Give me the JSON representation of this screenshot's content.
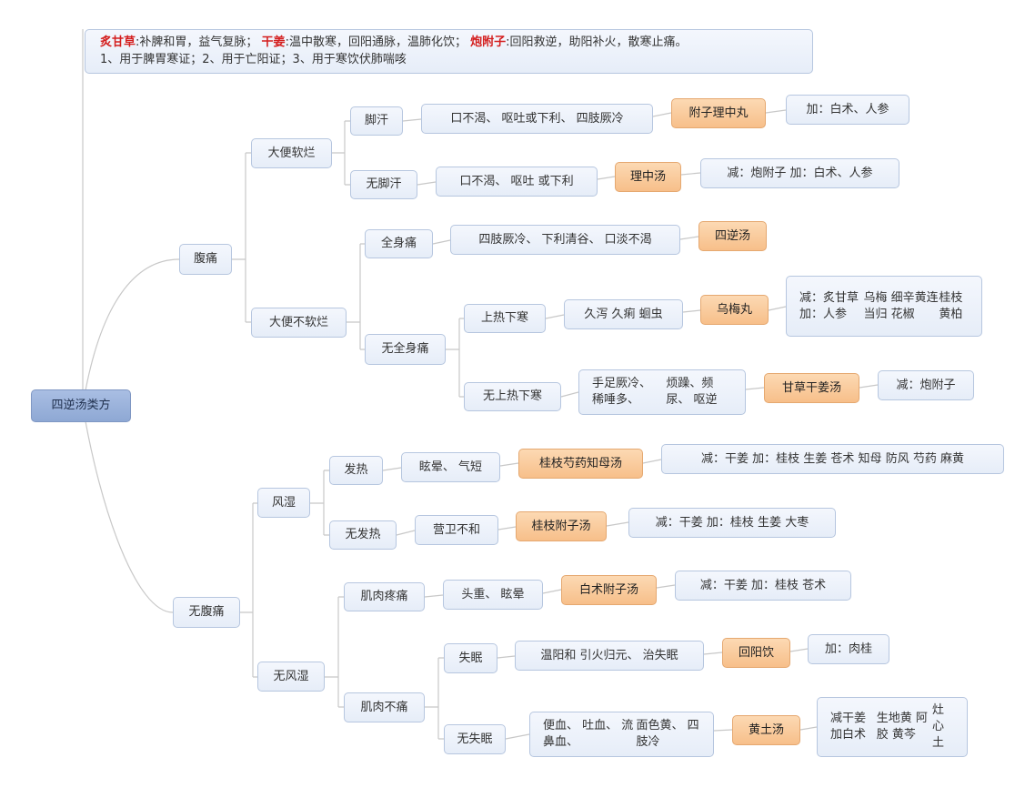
{
  "note": {
    "herb1": "炙甘草",
    "desc1": ":补脾和胃，益气复脉；",
    "herb2": "干姜",
    "desc2": ":温中散寒，回阳通脉，温肺化饮；",
    "herb3": "炮附子",
    "desc3": ":回阳救逆，助阳补火，散寒止痛。",
    "line2": "1、用于脾胃寒证；2、用于亡阳证；3、用于寒饮伏肺喘咳"
  },
  "root": "四逆汤类方",
  "l1": {
    "abd": "腹痛",
    "noabd": "无腹痛"
  },
  "l2": {
    "soft": "大便软烂",
    "notsoft": "大便不软烂",
    "wind": "风湿",
    "nowind": "无风湿"
  },
  "l3": {
    "foot": "脚汗",
    "nofoot": "无脚汗",
    "whole": "全身痛",
    "nowhole": "无全身痛",
    "fever": "发热",
    "nofever": "无发热",
    "muscle": "肌肉疼痛",
    "nomuscle": "肌肉不痛"
  },
  "l4": {
    "hotup": "上热下寒",
    "nohotup": "无上热下寒",
    "insom": "失眠",
    "noinsom": "无失眠"
  },
  "sym": {
    "s1": "口不渴、 呕吐或下利、 四肢厥冷",
    "s2": "口不渴、 呕吐 或下利",
    "s3": "四肢厥冷、 下利清谷、 口淡不渴",
    "s4": "久泻 久痢 蛔虫",
    "s5": [
      "手足厥冷、 稀唾多、",
      "烦躁、频尿、 呕逆"
    ],
    "s6": "眩晕、 气短",
    "s7": "营卫不和",
    "s8": "头重、 眩晕",
    "s9": "温阳和 引火归元、 治失眠",
    "s10": [
      "便血、 吐血、 流鼻血、",
      "面色黄、 四肢冷"
    ]
  },
  "rx": {
    "r1": "附子理中丸",
    "r2": "理中汤",
    "r3": "四逆汤",
    "r4": "乌梅丸",
    "r5": "甘草干姜汤",
    "r6": "桂枝芍药知母汤",
    "r7": "桂枝附子汤",
    "r8": "白术附子汤",
    "r9": "回阳饮",
    "r10": "黄土汤"
  },
  "mod": {
    "m1": "加：白术、人参",
    "m2": "减：炮附子 加：白术、人参",
    "m4": [
      "减：炙甘草 加：人参",
      "乌梅 细辛黄连 当归 花椒",
      "桂枝 黄柏"
    ],
    "m5": "减：炮附子",
    "m6": "减：干姜 加：桂枝 生姜 苍术 知母 防风 芍药 麻黄",
    "m7": "减：干姜 加：桂枝 生姜 大枣",
    "m8": "减：干姜 加：桂枝 苍术",
    "m9": "加：肉桂",
    "m10": [
      "减干姜 加白术",
      "生地黄 阿胶 黄芩",
      "灶心土"
    ]
  }
}
